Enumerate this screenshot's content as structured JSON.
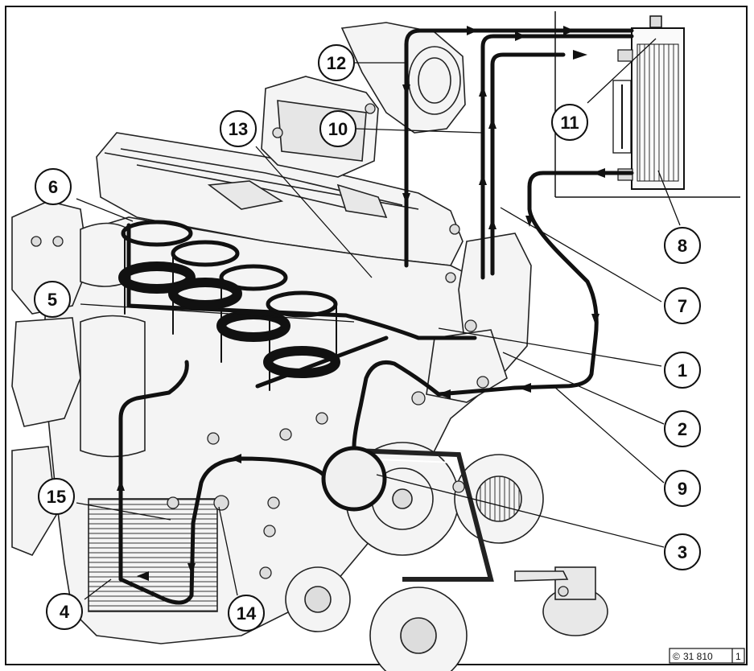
{
  "callouts": [
    {
      "id": "1"
    },
    {
      "id": "2"
    },
    {
      "id": "3"
    },
    {
      "id": "4"
    },
    {
      "id": "5"
    },
    {
      "id": "6"
    },
    {
      "id": "7"
    },
    {
      "id": "8"
    },
    {
      "id": "9"
    },
    {
      "id": "10"
    },
    {
      "id": "11"
    },
    {
      "id": "12"
    },
    {
      "id": "13"
    },
    {
      "id": "14"
    },
    {
      "id": "15"
    }
  ],
  "reference": {
    "copyright_symbol": "©",
    "number": "31 810",
    "sheet": "1"
  },
  "colors": {
    "line": "#111111",
    "background": "#ffffff",
    "engine_fill": "#f4f4f4",
    "shade": "#dcdcdc"
  }
}
